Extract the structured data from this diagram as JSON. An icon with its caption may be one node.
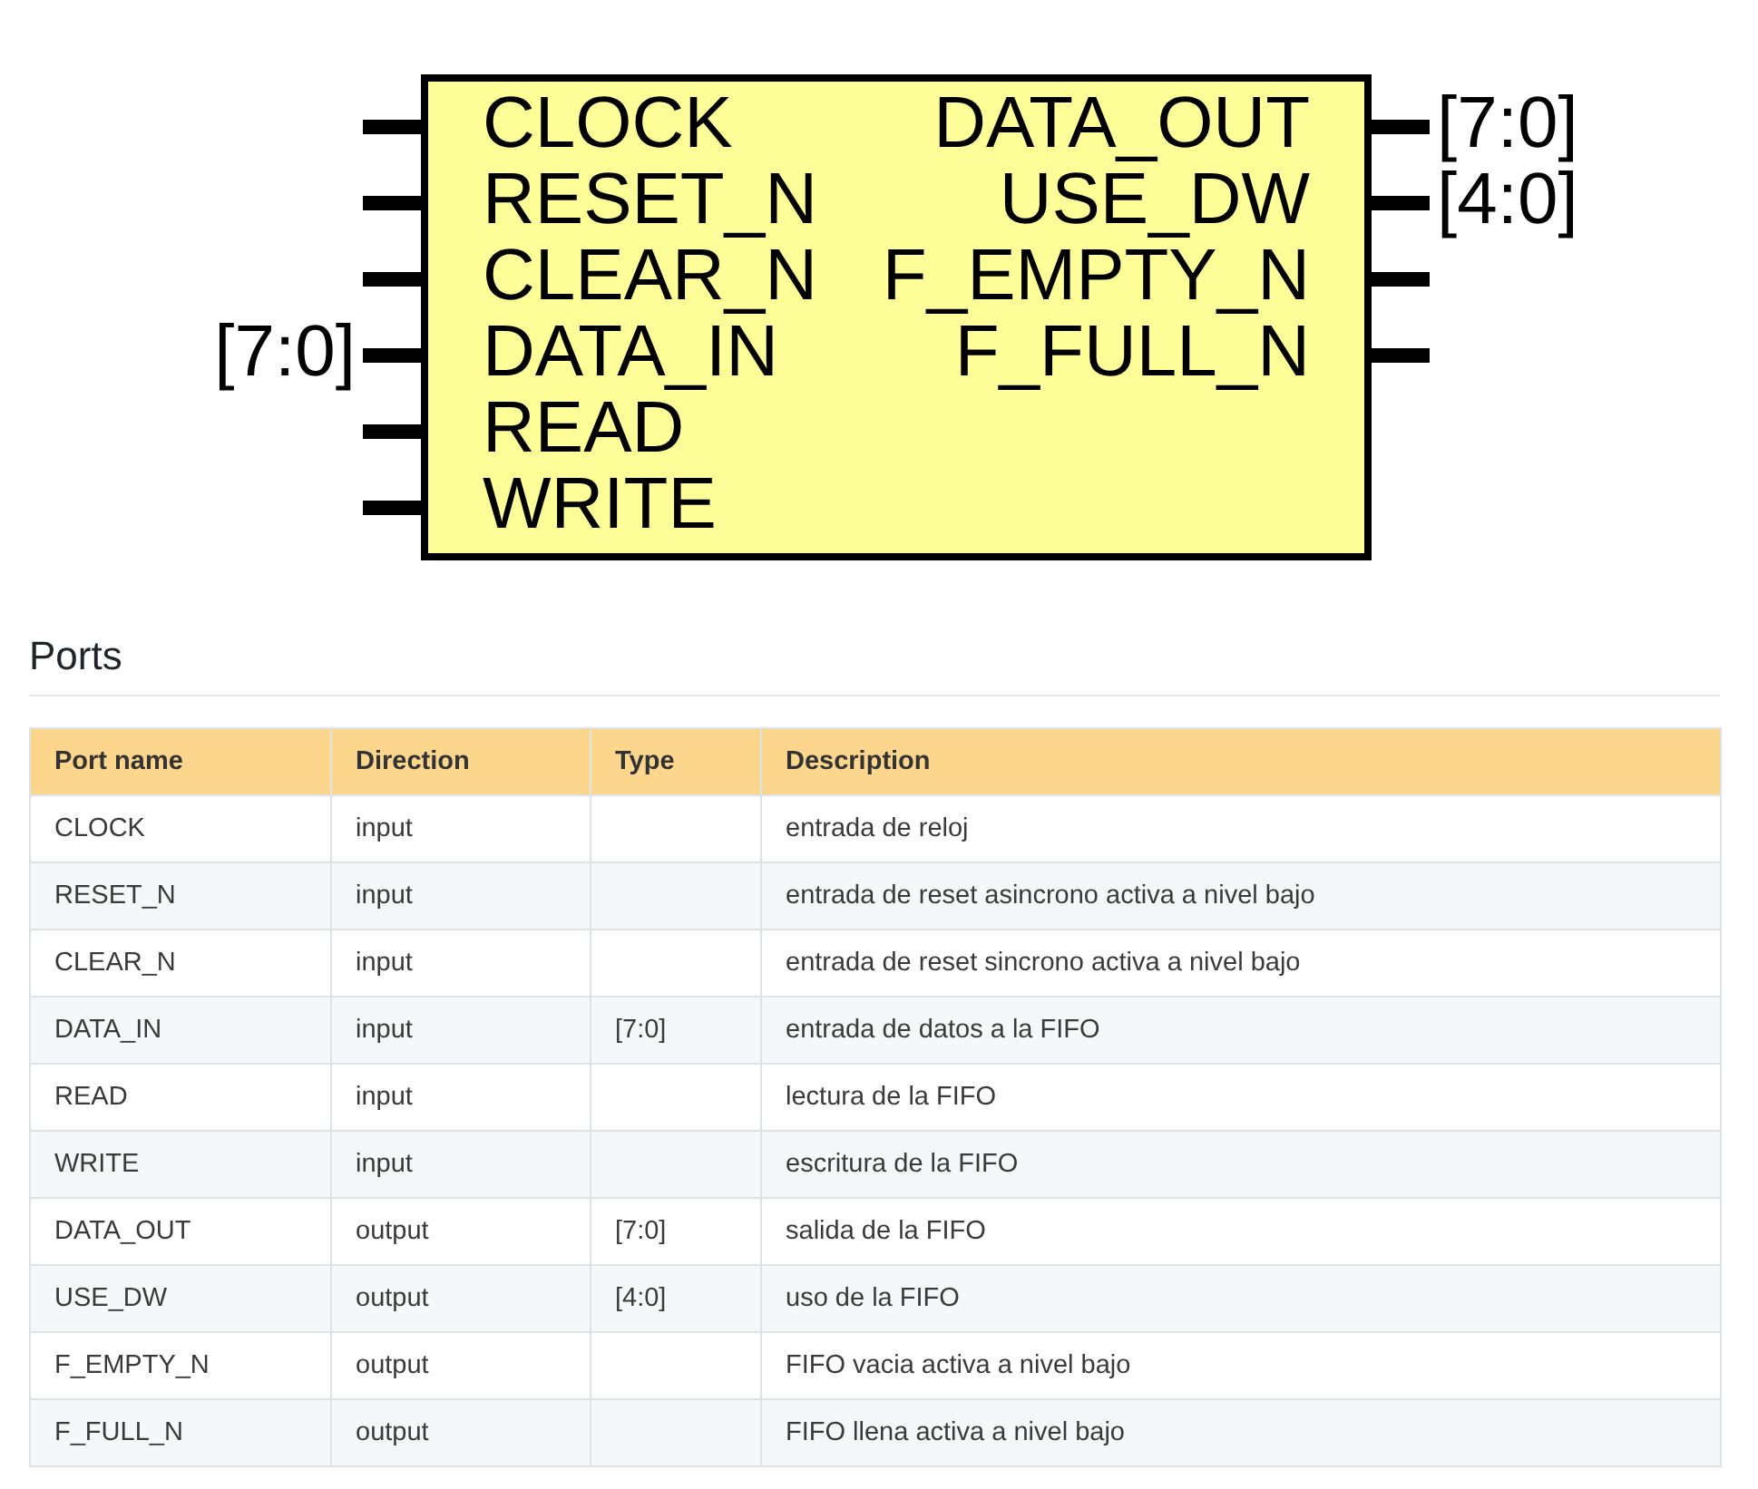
{
  "diagram": {
    "nodes": [
      {
        "text": [
          "CLOCK",
          "DATA_OUT",
          "RESET_N",
          "USE_DW",
          "CLEAR_N",
          "F_EMPTY_N",
          "DATA_IN",
          "F_FULL_N",
          "READ",
          "WRITE"
        ]
      }
    ],
    "labels": [
      "[7:0]",
      "[4:0]",
      "[7:0]",
      "Ports",
      "Port name",
      "Direction",
      "Type",
      "Description",
      "CLOCK",
      "input",
      "entrada de reloj",
      "RESET_N",
      "input",
      "entrada de reset asincrono activa a nivel bajo",
      "CLEAR_N",
      "input",
      "entrada de reset sincrono activa a nivel bajo",
      "DATA_IN",
      "input",
      "[7:0]",
      "entrada de datos a la FIFO",
      "READ",
      "input",
      "lectura de la FIFO",
      "WRITE",
      "input",
      "escritura de la FIFO",
      "DATA_OUT",
      "output",
      "[7:0]",
      "salida de la FIFO",
      "USE_DW",
      "output",
      "[4:0]",
      "uso de la FIFO",
      "F_EMPTY_N",
      "output",
      "FIFO vacia activa a nivel bajo",
      "F_FULL_N",
      "output",
      "FIFO llena activa a nivel bajo"
    ]
  }
}
